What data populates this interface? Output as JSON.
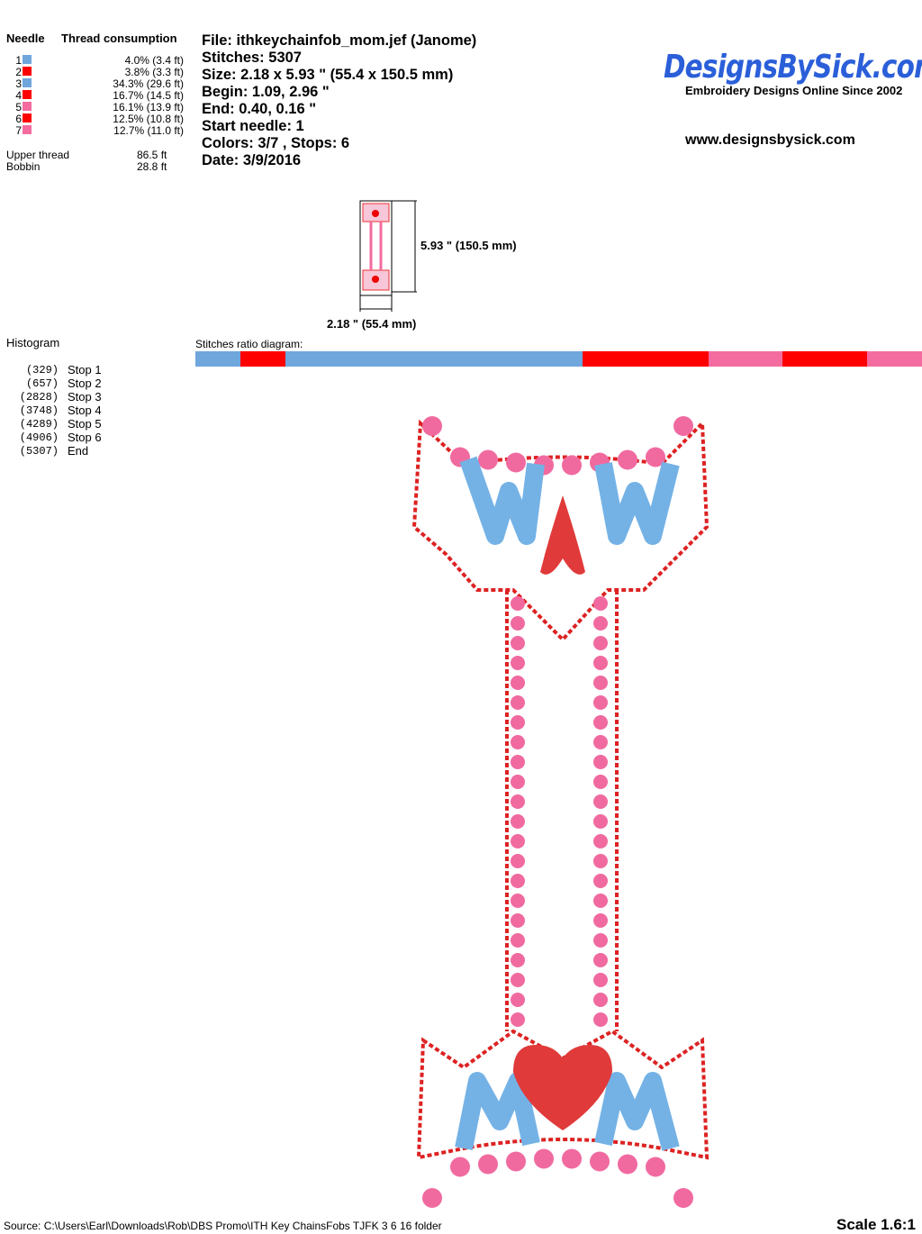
{
  "needle_table": {
    "header_needle": "Needle",
    "header_consumption": "Thread consumption",
    "rows": [
      {
        "n": "1",
        "color": "#6fa6dc",
        "value": "4.0% (3.4 ft)"
      },
      {
        "n": "2",
        "color": "#ff0000",
        "value": "3.8% (3.3 ft)"
      },
      {
        "n": "3",
        "color": "#6fa6dc",
        "value": "34.3% (29.6 ft)"
      },
      {
        "n": "4",
        "color": "#ff0000",
        "value": "16.7% (14.5 ft)"
      },
      {
        "n": "5",
        "color": "#f46ba0",
        "value": "16.1% (13.9 ft)"
      },
      {
        "n": "6",
        "color": "#ff0000",
        "value": "12.5% (10.8 ft)"
      },
      {
        "n": "7",
        "color": "#f46ba0",
        "value": "12.7% (11.0 ft)"
      }
    ],
    "upper_label": "Upper thread",
    "upper_value": "86.5 ft",
    "bobbin_label": "Bobbin",
    "bobbin_value": "28.8 ft"
  },
  "info": {
    "file": "File: ithkeychainfob_mom.jef  (Janome)",
    "stitches": "Stitches: 5307",
    "size": "Size: 2.18 x 5.93 \" (55.4 x 150.5 mm)",
    "begin": "Begin: 1.09, 2.96 \"",
    "end": "End: 0.40, 0.16 \"",
    "start_needle": "Start needle: 1",
    "colors": "Colors: 3/7 , Stops: 6",
    "date": "Date: 3/9/2016"
  },
  "brand": {
    "logo": "DesignsBySick.com",
    "tagline": "Embroidery Designs Online Since 2002",
    "url": "www.designsbysick.com"
  },
  "dimensions": {
    "height": "5.93 \" (150.5 mm)",
    "width": "2.18 \" (55.4 mm)"
  },
  "histogram": {
    "title": "Histogram",
    "stops": [
      {
        "count": "(329)",
        "label": "Stop 1",
        "stitches": 329,
        "color": "#6fa6dc"
      },
      {
        "count": "(657)",
        "label": "Stop 2",
        "stitches": 657,
        "color": "#ff0000"
      },
      {
        "count": "(2828)",
        "label": "Stop 3",
        "stitches": 2828,
        "color": "#6fa6dc"
      },
      {
        "count": "(3748)",
        "label": "Stop 4",
        "stitches": 3748,
        "color": "#ff0000"
      },
      {
        "count": "(4289)",
        "label": "Stop 5",
        "stitches": 4289,
        "color": "#f46ba0"
      },
      {
        "count": "(4906)",
        "label": "Stop 6",
        "stitches": 4906,
        "color": "#ff0000"
      },
      {
        "count": "(5307)",
        "label": "End",
        "stitches": 5307,
        "color": "#f46ba0"
      }
    ]
  },
  "ratio_label": "Stitches ratio diagram:",
  "footer": {
    "source": "Source: C:\\Users\\Earl\\Downloads\\Rob\\DBS Promo\\ITH Key ChainsFobs TJFK 3 6 16 folder",
    "scale": "Scale 1.6:1"
  }
}
